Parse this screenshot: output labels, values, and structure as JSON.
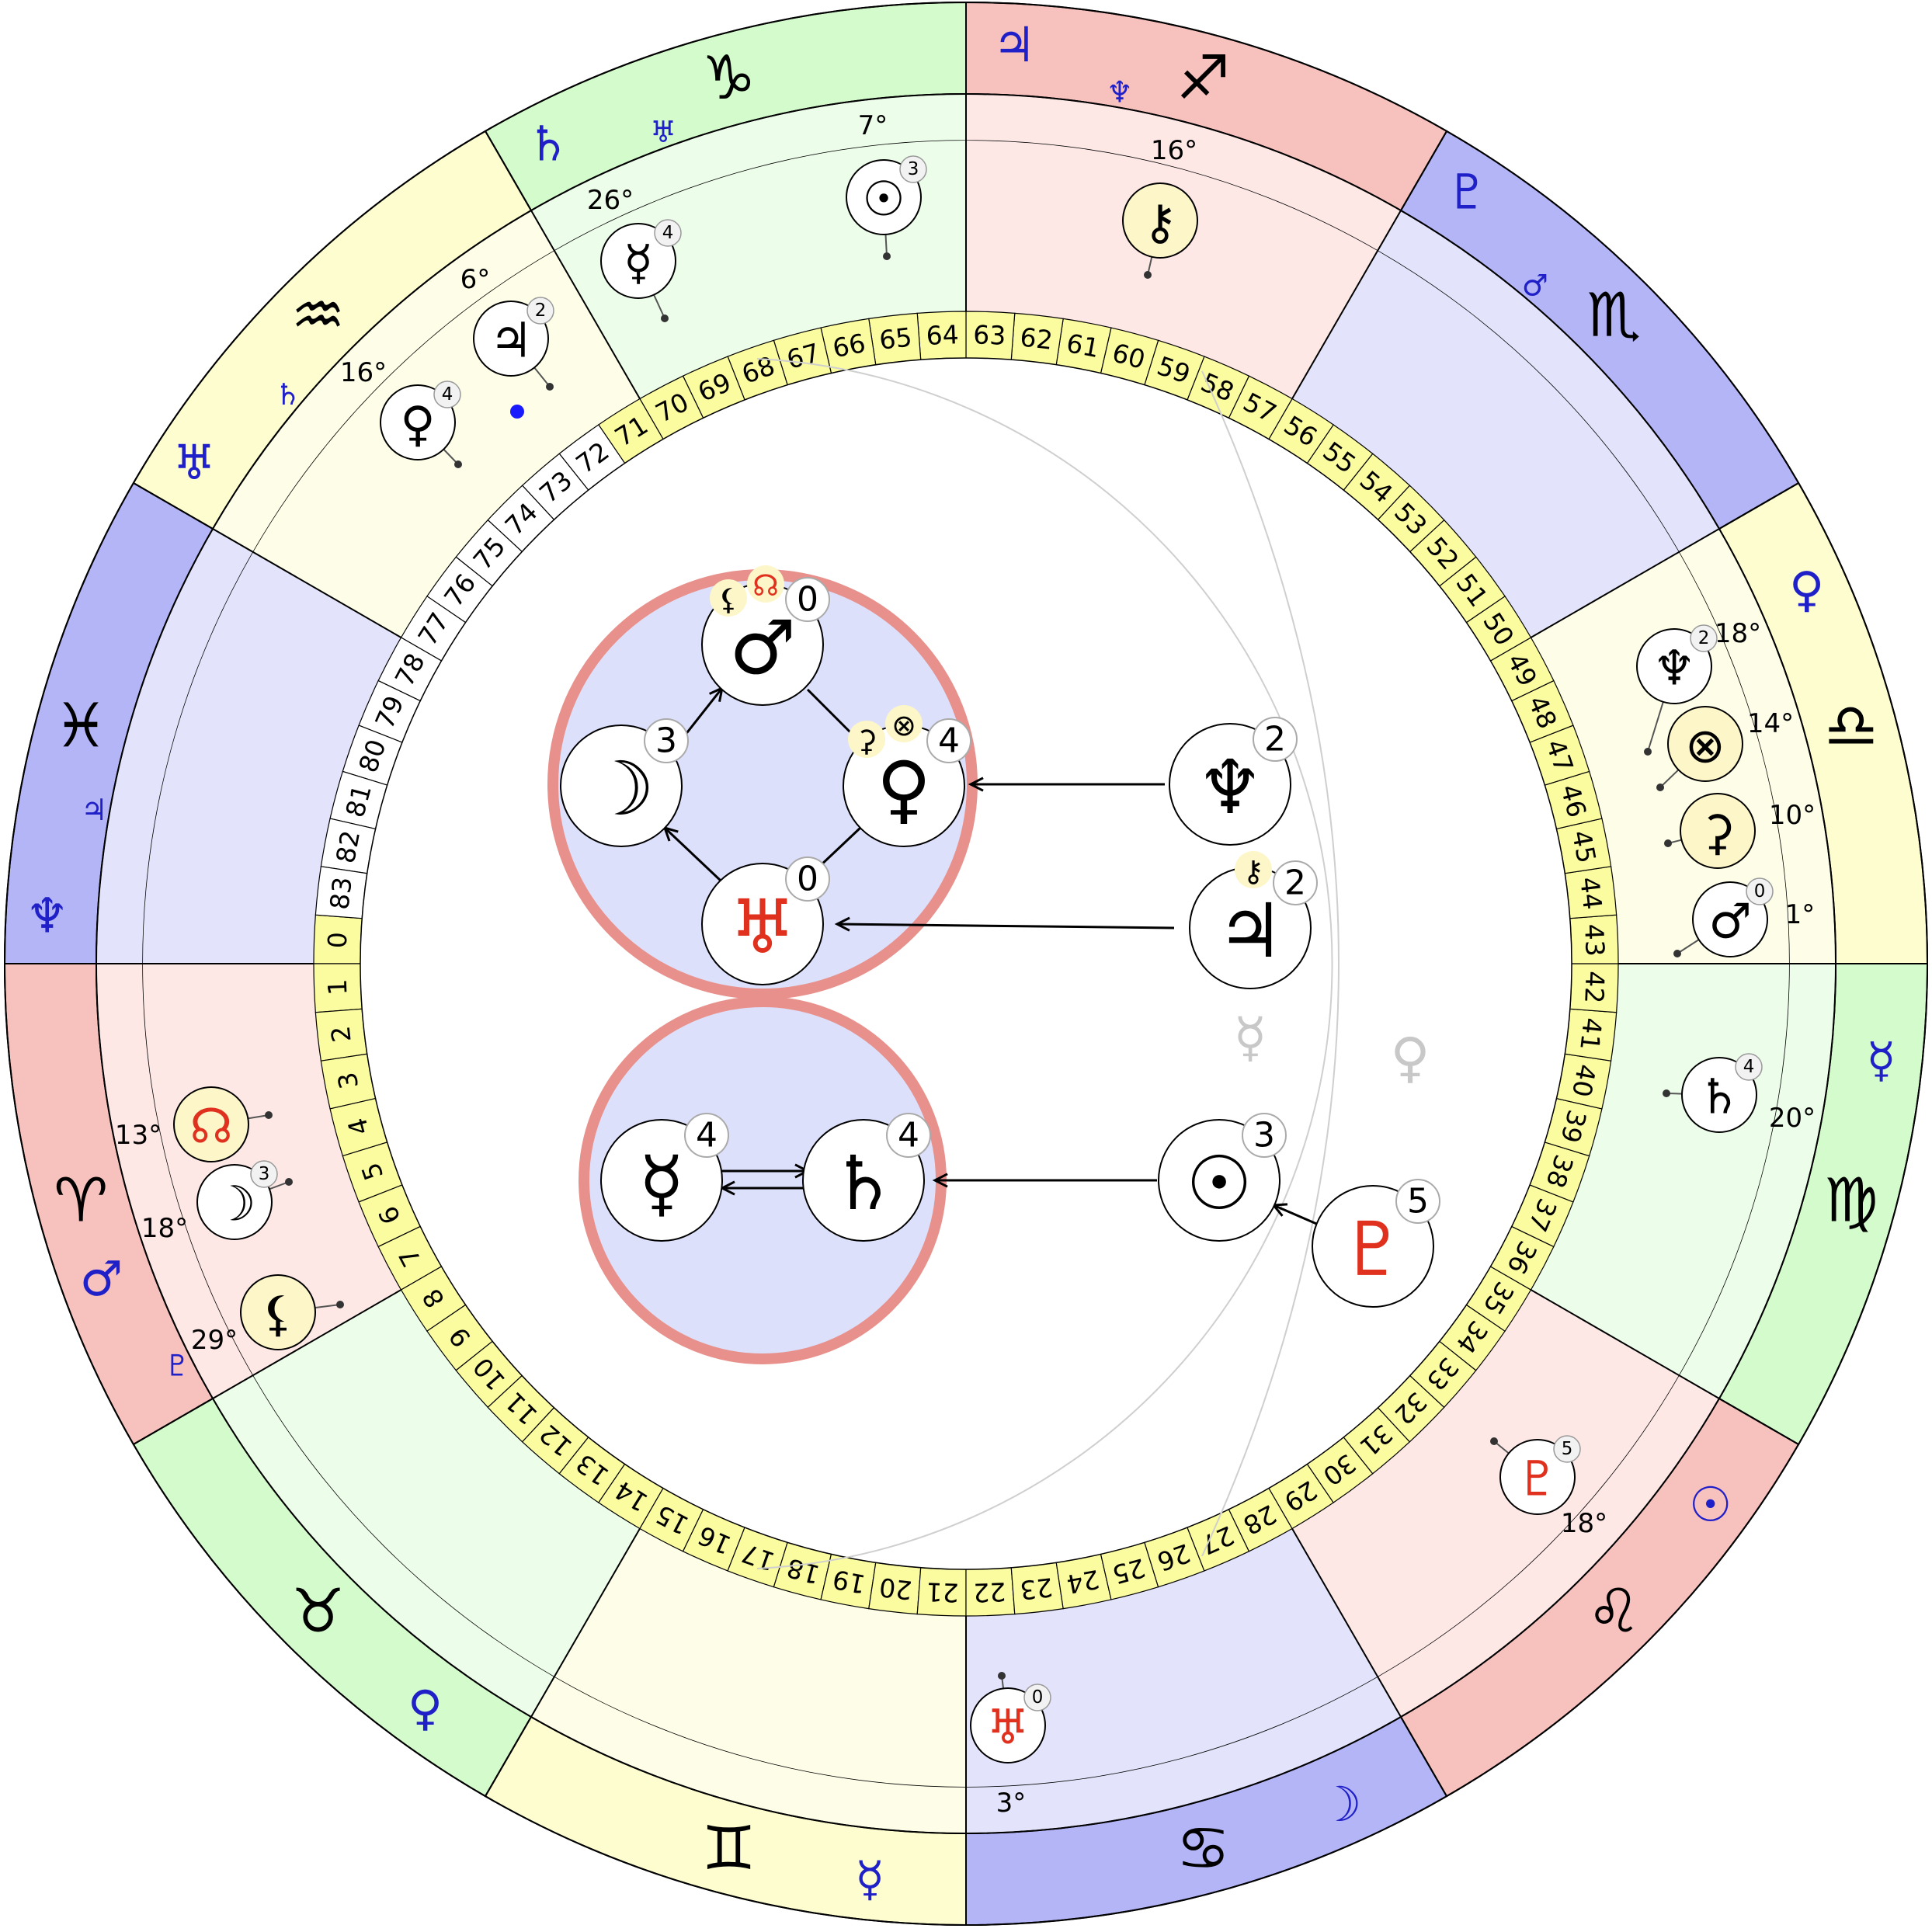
{
  "colors": {
    "fire": "#f7c1bd",
    "fire_light": "#fde8e6",
    "earth": "#d4fbcc",
    "earth_light": "#ecfdea",
    "air": "#fdfdcf",
    "air_light": "#fefee8",
    "water": "#b3b5f7",
    "water_light": "#e3e4fb",
    "cusp_band": "#fbfb9f",
    "ring_outline": "#e8918c",
    "blue_glyph": "#2020c8",
    "red_glyph": "#e0301e",
    "faint_glyph": "#c8c8c8"
  },
  "signs": [
    {
      "name": "Aries",
      "glyph": "♈",
      "start_deg": 0,
      "element": "fire",
      "rulers": [
        {
          "glyph": "♂",
          "color": "blue"
        },
        {
          "glyph": "♇",
          "color": "blue",
          "small": true
        }
      ]
    },
    {
      "name": "Taurus",
      "glyph": "♉",
      "start_deg": 30,
      "element": "earth",
      "rulers": [
        {
          "glyph": "♀",
          "color": "blue"
        }
      ]
    },
    {
      "name": "Gemini",
      "glyph": "♊",
      "start_deg": 60,
      "element": "air",
      "rulers": [
        {
          "glyph": "☿",
          "color": "blue"
        }
      ]
    },
    {
      "name": "Cancer",
      "glyph": "♋",
      "start_deg": 90,
      "element": "water",
      "rulers": [
        {
          "glyph": "☽",
          "color": "blue"
        }
      ]
    },
    {
      "name": "Leo",
      "glyph": "♌",
      "start_deg": 120,
      "element": "fire",
      "rulers": [
        {
          "glyph": "☉",
          "color": "blue"
        }
      ]
    },
    {
      "name": "Virgo",
      "glyph": "♍",
      "start_deg": 150,
      "element": "earth",
      "rulers": [
        {
          "glyph": "☿",
          "color": "blue"
        }
      ]
    },
    {
      "name": "Libra",
      "glyph": "♎",
      "start_deg": 180,
      "element": "air",
      "rulers": [
        {
          "glyph": "♀",
          "color": "blue"
        }
      ]
    },
    {
      "name": "Scorpio",
      "glyph": "♏",
      "start_deg": 210,
      "element": "water",
      "rulers": [
        {
          "glyph": "♂",
          "color": "blue",
          "small": true
        },
        {
          "glyph": "♇",
          "color": "blue"
        }
      ]
    },
    {
      "name": "Sagittarius",
      "glyph": "♐",
      "start_deg": 240,
      "element": "fire",
      "rulers": [
        {
          "glyph": "♆",
          "color": "blue",
          "small": true
        },
        {
          "glyph": "♃",
          "color": "blue"
        }
      ]
    },
    {
      "name": "Capricorn",
      "glyph": "♑",
      "start_deg": 270,
      "element": "earth",
      "rulers": [
        {
          "glyph": "♅",
          "color": "blue",
          "small": true
        },
        {
          "glyph": "♄",
          "color": "blue"
        }
      ]
    },
    {
      "name": "Aquarius",
      "glyph": "♒",
      "start_deg": 300,
      "element": "air",
      "rulers": [
        {
          "glyph": "♄",
          "color": "blue",
          "small": true
        },
        {
          "glyph": "♅",
          "color": "blue"
        }
      ]
    },
    {
      "name": "Pisces",
      "glyph": "♓",
      "start_deg": 330,
      "element": "water",
      "rulers": [
        {
          "glyph": "♃",
          "color": "blue",
          "small": true
        },
        {
          "glyph": "♆",
          "color": "blue"
        }
      ]
    }
  ],
  "degree_ticks": [
    "0",
    "1",
    "2",
    "3",
    "4",
    "5",
    "6",
    "7",
    "8",
    "9",
    "10",
    "11",
    "12",
    "13",
    "14",
    "15",
    "16",
    "17",
    "18",
    "19",
    "20",
    "21",
    "22",
    "23",
    "24",
    "25",
    "26",
    "27",
    "28",
    "29",
    "30",
    "31",
    "32",
    "33",
    "34",
    "35",
    "36",
    "37",
    "38",
    "39",
    "40",
    "41",
    "42",
    "43",
    "44",
    "45",
    "46",
    "47",
    "48",
    "49",
    "50",
    "51",
    "52",
    "53",
    "54",
    "55",
    "56",
    "57",
    "58",
    "59",
    "60",
    "61",
    "62",
    "63",
    "64",
    "65",
    "66",
    "67",
    "68",
    "69",
    "70",
    "71",
    "72",
    "73",
    "74",
    "75",
    "76",
    "77",
    "78",
    "79",
    "80",
    "81",
    "82",
    "83"
  ],
  "highlighted_ticks": [
    0,
    1,
    2,
    3,
    4,
    5,
    6,
    7,
    8,
    9,
    10,
    11,
    12,
    13,
    14,
    15,
    16,
    17,
    18,
    19,
    20,
    21,
    22,
    23,
    24,
    25,
    26,
    27,
    28,
    29,
    30,
    31,
    32,
    33,
    34,
    35,
    36,
    37,
    38,
    39,
    40,
    41,
    42,
    43,
    44,
    45,
    46,
    47,
    48,
    49,
    50,
    51,
    52,
    53,
    54,
    55,
    56,
    57,
    58,
    59,
    60,
    61,
    62,
    63,
    64,
    65,
    66,
    67,
    68,
    69,
    70,
    71
  ],
  "planets": [
    {
      "name": "Node",
      "glyph": "☊",
      "color": "red",
      "degree": "13°",
      "badge": "",
      "bg": "#fdf6c8",
      "lon": 13
    },
    {
      "name": "Moon",
      "glyph": "☽",
      "color": "black",
      "degree": "18°",
      "badge": "3",
      "bg": "#ffffff",
      "lon": 18
    },
    {
      "name": "Lilith",
      "glyph": "⚸",
      "color": "black",
      "degree": "29°",
      "badge": "",
      "bg": "#fdf6c8",
      "lon": 29
    },
    {
      "name": "Uranus",
      "glyph": "♅",
      "color": "red",
      "degree": "3°",
      "badge": "0",
      "bg": "#ffffff",
      "lon": 93
    },
    {
      "name": "Pluto",
      "glyph": "♇",
      "color": "red",
      "degree": "18°",
      "badge": "5",
      "bg": "#ffffff",
      "lon": 138
    },
    {
      "name": "Saturn",
      "glyph": "♄",
      "color": "black",
      "degree": "20°",
      "badge": "4",
      "bg": "#ffffff",
      "lon": 170
    },
    {
      "name": "Mars",
      "glyph": "♂",
      "color": "black",
      "degree": "1°",
      "badge": "0",
      "bg": "#ffffff",
      "lon": 181
    },
    {
      "name": "Ceres",
      "glyph": "⚳",
      "color": "black",
      "degree": "10°",
      "badge": "",
      "bg": "#fdf6c8",
      "lon": 190
    },
    {
      "name": "Fortune",
      "glyph": "⊗",
      "color": "black",
      "degree": "14°",
      "badge": "",
      "bg": "#fdf6c8",
      "lon": 194
    },
    {
      "name": "Neptune",
      "glyph": "♆",
      "color": "black",
      "degree": "18°",
      "badge": "2",
      "bg": "#ffffff",
      "lon": 198
    },
    {
      "name": "Chiron",
      "glyph": "⚷",
      "color": "black",
      "degree": "16°",
      "badge": "",
      "bg": "#fdf6c8",
      "lon": 256
    },
    {
      "name": "Sun",
      "glyph": "☉",
      "color": "black",
      "degree": "7°",
      "badge": "3",
      "bg": "#ffffff",
      "lon": 277
    },
    {
      "name": "Mercury",
      "glyph": "☿",
      "color": "black",
      "degree": "26°",
      "badge": "4",
      "bg": "#ffffff",
      "lon": 296
    },
    {
      "name": "Jupiter",
      "glyph": "♃",
      "color": "black",
      "degree": "6°",
      "badge": "2",
      "bg": "#ffffff",
      "lon": 306
    },
    {
      "name": "Venus",
      "glyph": "♀",
      "color": "black",
      "degree": "16°",
      "badge": "4",
      "bg": "#ffffff",
      "lon": 316
    }
  ],
  "center_nodes": [
    {
      "id": "mars",
      "glyph": "♂",
      "color": "black",
      "badge": "0"
    },
    {
      "id": "moon",
      "glyph": "☽",
      "color": "black",
      "badge": "3"
    },
    {
      "id": "venus",
      "glyph": "♀",
      "color": "black",
      "badge": "4"
    },
    {
      "id": "uranus",
      "glyph": "♅",
      "color": "red",
      "badge": "0"
    },
    {
      "id": "mercury",
      "glyph": "☿",
      "color": "black",
      "badge": "4"
    },
    {
      "id": "saturn",
      "glyph": "♄",
      "color": "black",
      "badge": "4"
    },
    {
      "id": "neptune",
      "glyph": "♆",
      "color": "black",
      "badge": "2"
    },
    {
      "id": "jupiter",
      "glyph": "♃",
      "color": "black",
      "badge": "2"
    },
    {
      "id": "sun",
      "glyph": "☉",
      "color": "black",
      "badge": "3"
    },
    {
      "id": "pluto",
      "glyph": "♇",
      "color": "red",
      "badge": "5"
    }
  ],
  "center_mini": [
    {
      "glyph": "⚸",
      "color": "black",
      "attach": "mars"
    },
    {
      "glyph": "☊",
      "color": "red",
      "attach": "mars"
    },
    {
      "glyph": "⚳",
      "color": "black",
      "attach": "venus"
    },
    {
      "glyph": "⊗",
      "color": "black",
      "attach": "venus"
    },
    {
      "glyph": "⚷",
      "color": "black",
      "attach": "jupiter"
    }
  ],
  "faint_glyphs": [
    "☿",
    "♀"
  ]
}
